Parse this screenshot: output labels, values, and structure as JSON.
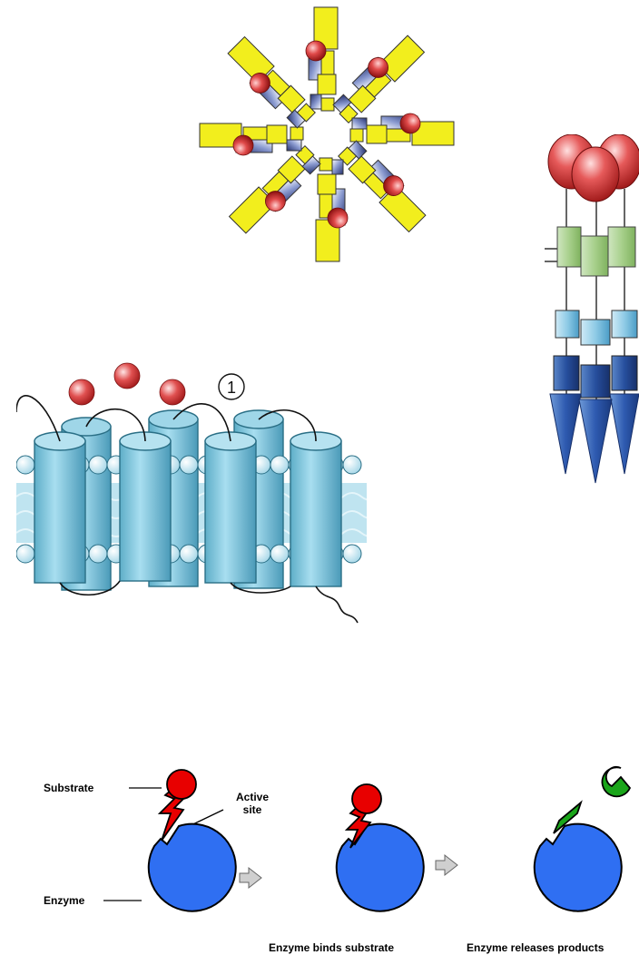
{
  "membrane": {
    "badge": "1"
  },
  "enzyme": {
    "labels": {
      "substrate": "Substrate",
      "active_site_line1": "Active",
      "active_site_line2": "site",
      "enzyme": "Enzyme",
      "binds": "Enzyme binds substrate",
      "releases": "Enzyme releases products"
    }
  },
  "colors": {
    "enzyme_blue": "#2f6ff2",
    "substrate_red": "#e80000",
    "product_green": "#1aa51a",
    "ball_red": "#d83a3a",
    "helix_cyan": "#7ec9dc",
    "rosette_yellow": "#f2ee1d",
    "rosette_navy": "#2d3a80"
  }
}
